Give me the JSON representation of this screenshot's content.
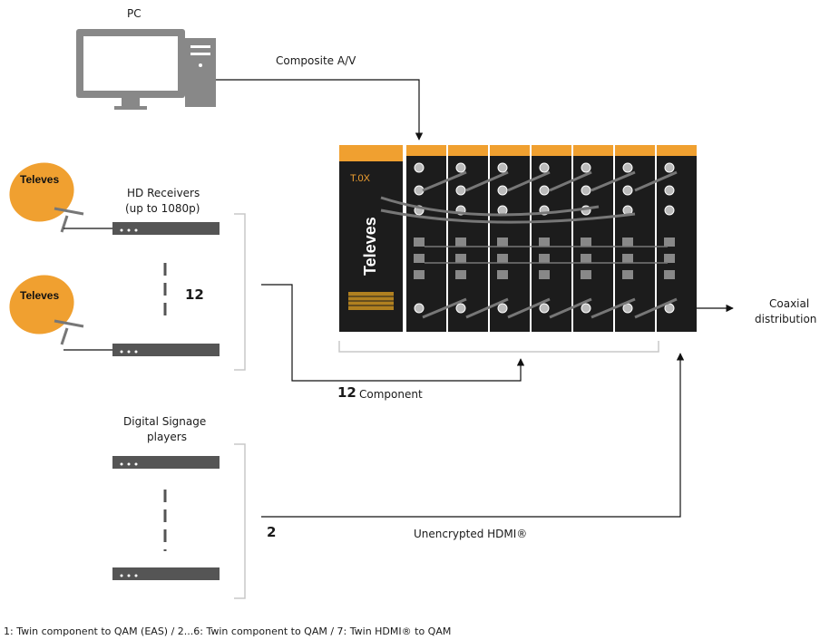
{
  "labels": {
    "pc": "PC",
    "composite": "Composite A/V",
    "hd_receivers": "HD Receivers",
    "hd_receivers_sub": "(up to 1080p)",
    "receivers_count": "12",
    "component_count": "12",
    "component": "Component",
    "coaxial_1": "Coaxial",
    "coaxial_2": "distribution",
    "signage_1": "Digital Signage",
    "signage_2": "players",
    "signage_count": "2",
    "hdmi": "Unencrypted HDMI®",
    "footnote": "1: Twin component to QAM (EAS) /  2...6: Twin component to QAM / 7: Twin HDMI® to QAM"
  },
  "brand": {
    "dish_text": "Televes",
    "headend_text": "Televes",
    "headend_logo": "T.0X",
    "color_orange": "#f0a030",
    "color_headend": "#1c1c1c"
  },
  "modules": [
    "1",
    "2",
    "3",
    "4",
    "5",
    "6",
    "7"
  ]
}
